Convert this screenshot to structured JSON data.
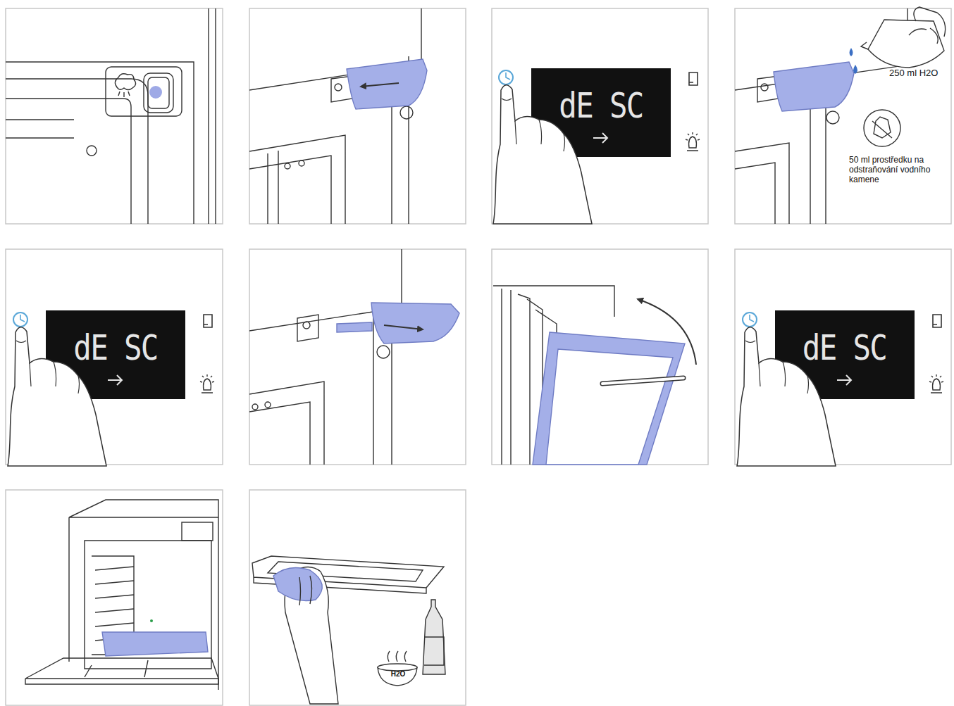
{
  "diagram": {
    "nodes": [
      {
        "text": [
          "dE SC"
        ]
      },
      {
        "text": [
          "dE SC"
        ]
      },
      {
        "text": [
          "dE SC"
        ]
      }
    ],
    "labels": [
      "250 ml H2O",
      "50 ml prostředku na odstraňování vodního kamene",
      "H2O"
    ]
  }
}
